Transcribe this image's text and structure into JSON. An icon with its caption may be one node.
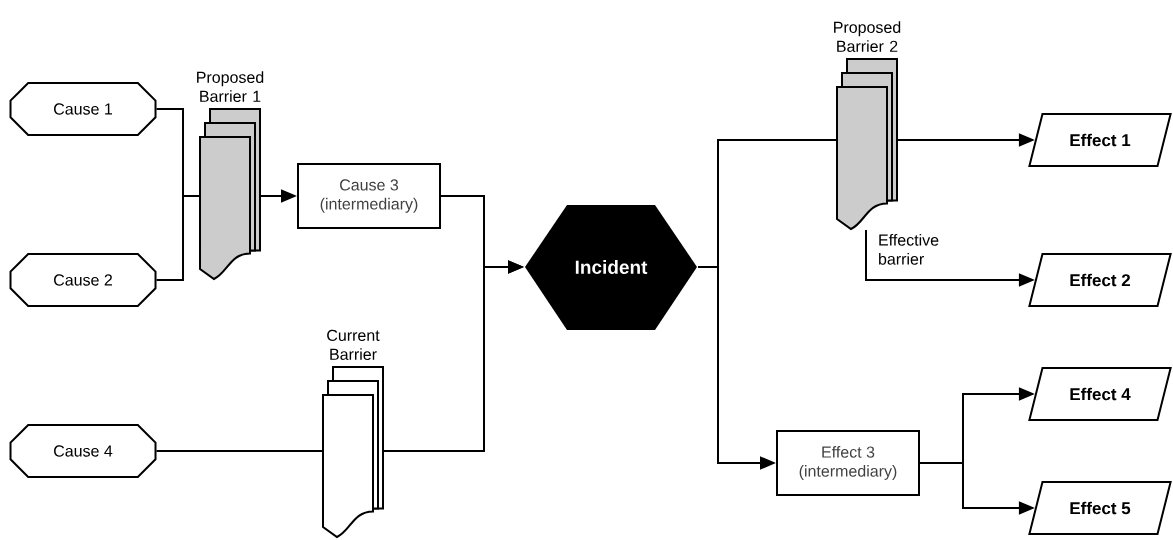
{
  "diagram": {
    "nodes": [
      {
        "text": [
          "Cause 1"
        ]
      },
      {
        "text": [
          "Cause 2"
        ]
      },
      {
        "text": [
          "Proposed Barrier 1"
        ]
      },
      {
        "text": [
          "Cause 3",
          "(intermediary)"
        ]
      },
      {
        "text": [
          "Current Barrier"
        ]
      },
      {
        "text": [
          "Cause 4"
        ]
      },
      {
        "text": [
          "Incident"
        ]
      },
      {
        "text": [
          "Proposed Barrier 2"
        ]
      },
      {
        "text": [
          "Effect 1"
        ]
      },
      {
        "text": [
          "Effect 2"
        ]
      },
      {
        "text": [
          "Effect 3",
          "(intermediary)"
        ]
      },
      {
        "text": [
          "Effect 4"
        ]
      },
      {
        "text": [
          "Effect 5"
        ]
      }
    ],
    "edges": [
      {
        "from": 0,
        "to": 2,
        "arrow": "none"
      },
      {
        "from": 1,
        "to": 2,
        "arrow": "none"
      },
      {
        "from": 2,
        "to": 3,
        "arrow": "to"
      },
      {
        "from": 3,
        "to": 6,
        "arrow": "to"
      },
      {
        "from": 5,
        "to": 4,
        "arrow": "none"
      },
      {
        "from": 4,
        "to": 6,
        "arrow": "to"
      },
      {
        "from": 6,
        "to": 7,
        "arrow": "none"
      },
      {
        "from": 7,
        "to": 8,
        "arrow": "to"
      },
      {
        "from": 7,
        "to": 9,
        "arrow": "to",
        "label": "Effective barrier"
      },
      {
        "from": 6,
        "to": 10,
        "arrow": "to"
      },
      {
        "from": 10,
        "to": 11,
        "arrow": "to"
      },
      {
        "from": 10,
        "to": 12,
        "arrow": "to"
      }
    ]
  }
}
